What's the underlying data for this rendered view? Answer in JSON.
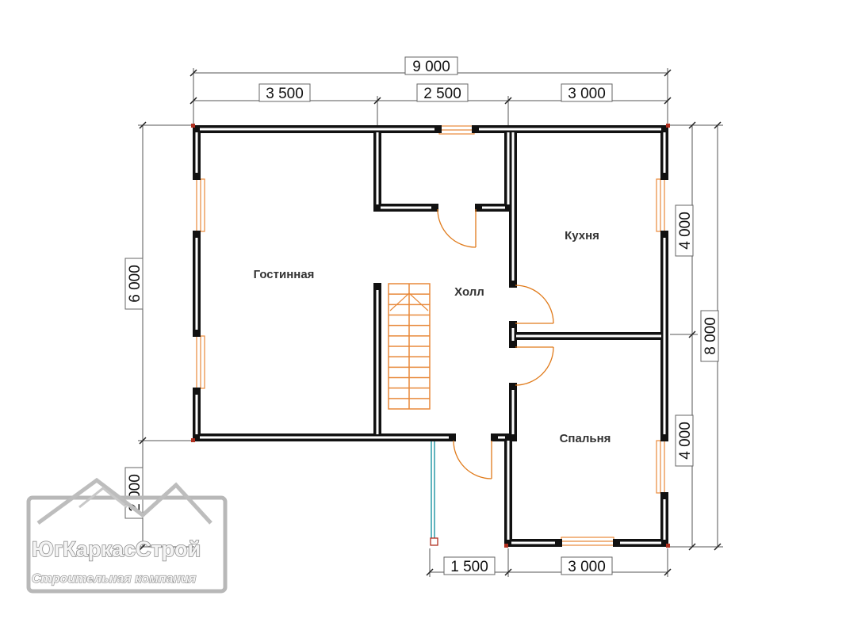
{
  "dimensions": {
    "top_total": "9 000",
    "top_seg1": "3 500",
    "top_seg2": "2 500",
    "top_seg3": "3 000",
    "left_main": "6 000",
    "left_porch": "2 000",
    "right_upper": "4 000",
    "right_lower": "4 000",
    "right_total": "8 000",
    "bottom_seg1": "1 500",
    "bottom_seg2": "3 000"
  },
  "rooms": {
    "living": "Гостинная",
    "hall": "Холл",
    "kitchen": "Кухня",
    "bedroom": "Спальня"
  },
  "logo": {
    "title": "ЮгКаркасСтрой",
    "subtitle": "Строительная компания"
  },
  "colors": {
    "wall": "#111111",
    "window": "#e8893a",
    "door_arc": "#e07a1a",
    "stairs": "#e8893a",
    "porch_rail": "#2a9aa8",
    "corner_post": "#b03020"
  }
}
